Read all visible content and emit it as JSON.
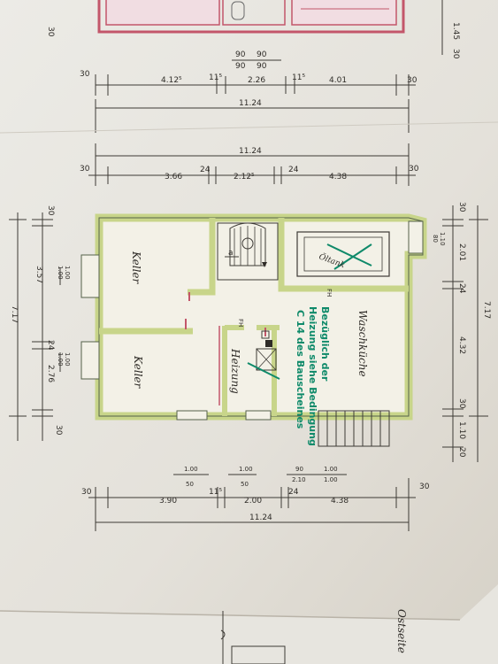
{
  "rooms": {
    "keller_top": "Keller",
    "keller_bottom": "Keller",
    "waschkueche": "Waschküche",
    "heizung": "Heizung",
    "oeltank": "Öltank"
  },
  "labels": {
    "fh_heizung": "FH",
    "fh_wasch": "FH",
    "stair_a": "a"
  },
  "note": {
    "line1": "Bezüglich der",
    "line2": "Heizung siehe Bedingung",
    "line3": "C 14 des Bauscheines"
  },
  "dims_top": {
    "row1": [
      "4.12⁵",
      "11⁵",
      "2.26",
      "11⁵",
      "4.01"
    ],
    "row1_small": [
      "90",
      "90",
      "90",
      "90"
    ],
    "total1": "11.24",
    "row2": [
      "3.66",
      "24",
      "2.12⁵",
      "24",
      "4.38"
    ],
    "total2": "11.24",
    "ends": [
      "30",
      "30",
      "30",
      "30"
    ],
    "top_right": [
      "30",
      "1.45"
    ]
  },
  "dims_left": {
    "parts": [
      "30",
      "3.57",
      "24",
      "2.76",
      "30"
    ],
    "total": "7.17",
    "windows": [
      "1.00",
      "1.00",
      "1.00",
      "1.00"
    ]
  },
  "dims_right": {
    "parts": [
      "30",
      "2.01",
      "24",
      "4.32",
      "30",
      "1.10",
      "20"
    ],
    "total": "7.17",
    "small": [
      "1.10",
      "80"
    ]
  },
  "dims_bottom": {
    "openings": [
      "1.00",
      "50",
      "1.00",
      "50",
      "90",
      "2.10",
      "1.00",
      "1.00"
    ],
    "row": [
      "30",
      "3.90",
      "11⁵",
      "2.00",
      "24",
      "4.38",
      "30"
    ],
    "total": "11.24"
  },
  "bottom_fragment": "Ostseite"
}
